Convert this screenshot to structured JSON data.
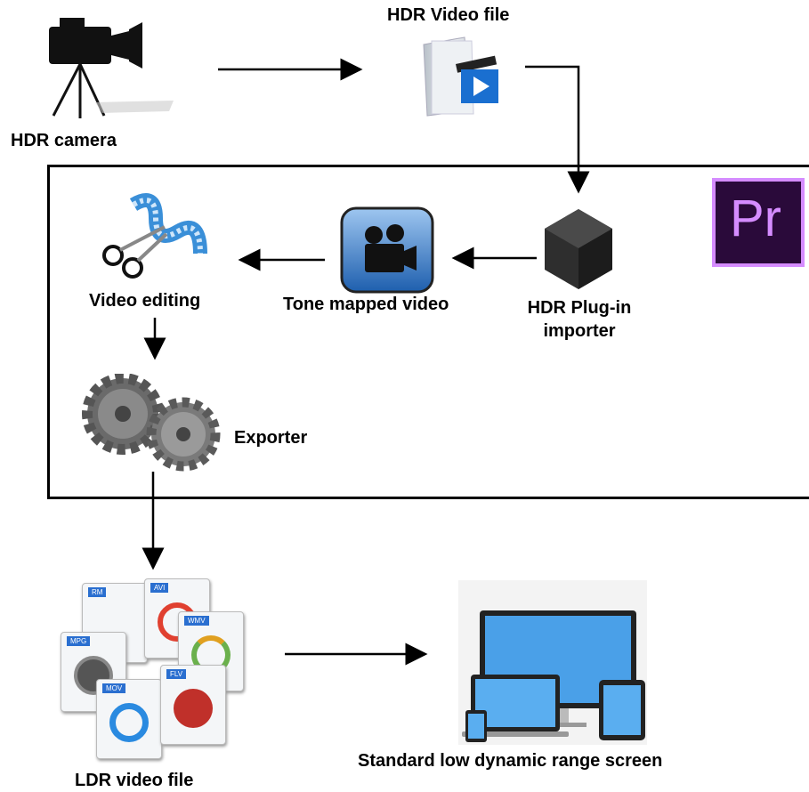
{
  "nodes": {
    "hdr_camera": "HDR camera",
    "hdr_video_file": "HDR Video file",
    "hdr_plugin_line1": "HDR Plug-in",
    "hdr_plugin_line2": "importer",
    "tone_mapped": "Tone mapped video",
    "video_editing": "Video editing",
    "exporter": "Exporter",
    "ldr_video_file": "LDR video file",
    "screen": "Standard low dynamic range screen"
  },
  "premiere_logo": {
    "text": "Pr",
    "bg": "#2a0a3a",
    "accent": "#d58cff"
  },
  "file_formats": [
    "RM",
    "AVI",
    "WMV",
    "MPG",
    "MOV",
    "FLV"
  ],
  "colors": {
    "arrow": "#000000",
    "screen_blue": "#4aa0e8"
  }
}
